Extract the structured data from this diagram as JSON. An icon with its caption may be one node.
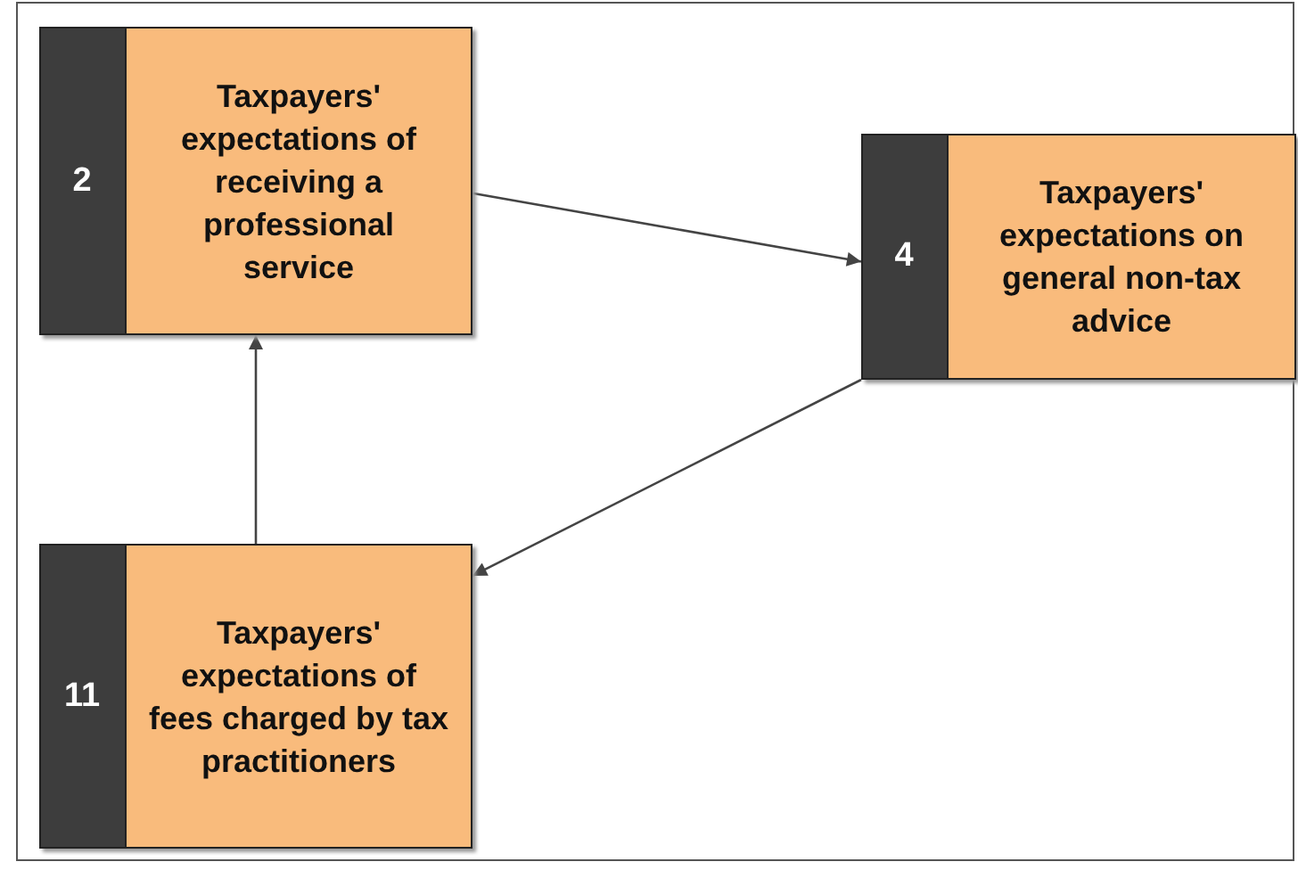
{
  "diagram": {
    "nodes": [
      {
        "text": [
          "2",
          "Taxpayers' expectations of receiving a professional service"
        ]
      },
      {
        "text": [
          "4",
          "Taxpayers' expectations on general non-tax advice"
        ]
      },
      {
        "text": [
          "11",
          "Taxpayers' expectations of fees charged by tax practitioners"
        ]
      }
    ],
    "edges": [
      {
        "from": 0,
        "to": 1,
        "arrow": "to"
      },
      {
        "from": 1,
        "to": 2,
        "arrow": "to"
      },
      {
        "from": 2,
        "to": 0,
        "arrow": "to"
      }
    ]
  }
}
